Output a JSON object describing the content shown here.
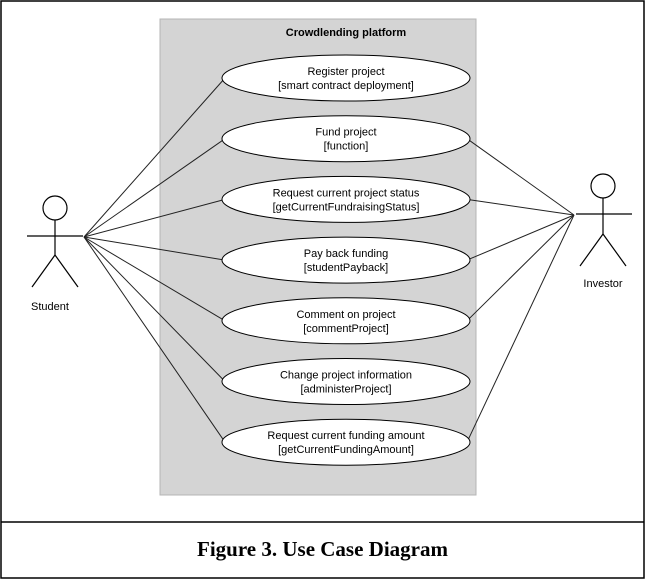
{
  "diagram": {
    "system_title": "Crowdlending platform",
    "actors": {
      "student": "Student",
      "investor": "Investor"
    },
    "use_cases": [
      {
        "line1": "Register project",
        "line2": "[smart contract deployment]",
        "actors": [
          "student"
        ]
      },
      {
        "line1": "Fund project",
        "line2": "[function]",
        "actors": [
          "student",
          "investor"
        ]
      },
      {
        "line1": "Request current project status",
        "line2": "[getCurrentFundraisingStatus]",
        "actors": [
          "student",
          "investor"
        ]
      },
      {
        "line1": "Pay back funding",
        "line2": "[studentPayback]",
        "actors": [
          "student",
          "investor"
        ]
      },
      {
        "line1": "Comment on project",
        "line2": "[commentProject]",
        "actors": [
          "student",
          "investor"
        ]
      },
      {
        "line1": "Change project information",
        "line2": "[administerProject]",
        "actors": [
          "student"
        ]
      },
      {
        "line1": "Request current funding amount",
        "line2": "[getCurrentFundingAmount]",
        "actors": [
          "student",
          "investor"
        ]
      }
    ]
  },
  "caption": "Figure 3. Use Case Diagram"
}
